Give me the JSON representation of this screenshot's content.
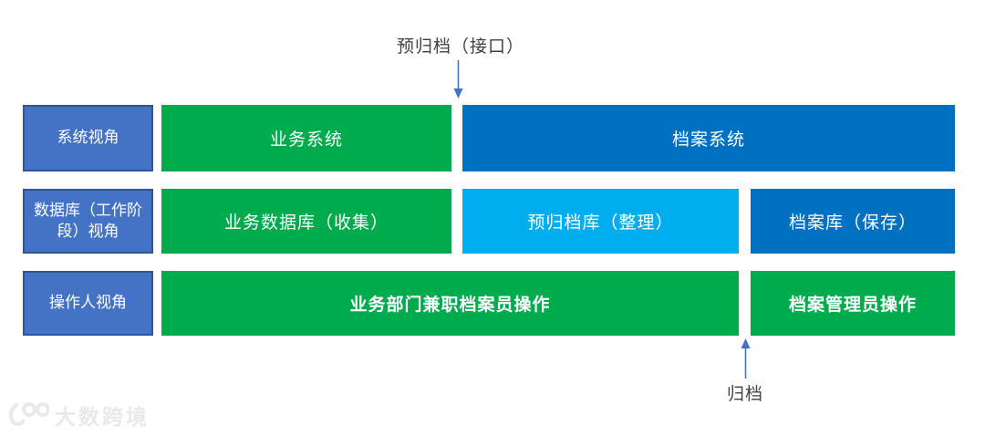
{
  "colors": {
    "label_fill": "#4472C4",
    "label_border": "#2F5597",
    "green": "#00AB4E",
    "dark_blue": "#0070C0",
    "light_blue": "#00AEEF",
    "arrow": "#4472C4",
    "annotation_text": "#404040",
    "watermark": "#E9E9E9"
  },
  "annotations": {
    "top": "预归档（接口）",
    "bottom": "归档"
  },
  "rows": [
    {
      "label": "系统视角",
      "boxes": [
        {
          "text": "业务系统",
          "color": "#00AB4E"
        },
        {
          "text": "档案系统",
          "color": "#0070C0"
        }
      ]
    },
    {
      "label": "数据库（工作阶段）视角",
      "boxes": [
        {
          "text": "业务数据库（收集）",
          "color": "#00AB4E"
        },
        {
          "text": "预归档库（整理）",
          "color": "#00AEEF"
        },
        {
          "text": "档案库（保存）",
          "color": "#0070C0"
        }
      ]
    },
    {
      "label": "操作人视角",
      "boxes": [
        {
          "text": "业务部门兼职档案员操作",
          "color": "#00AB4E"
        },
        {
          "text": "档案管理员操作",
          "color": "#00AB4E"
        }
      ]
    }
  ],
  "watermark": {
    "brand": "大数跨境",
    "logo": "100-smile-logo"
  }
}
